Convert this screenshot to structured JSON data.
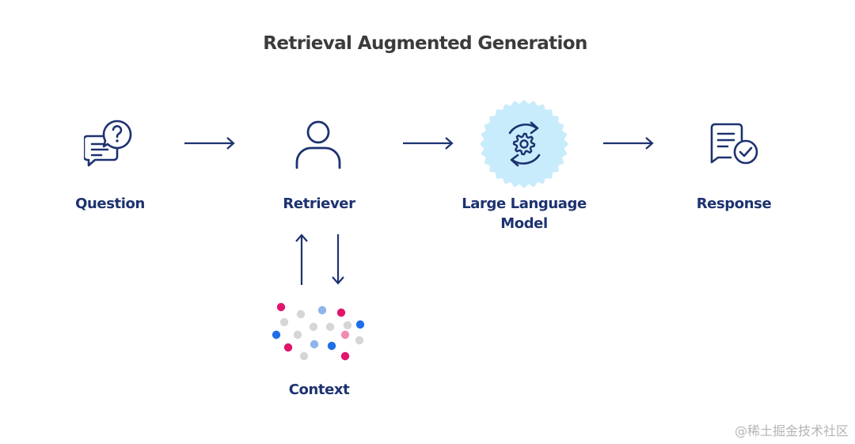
{
  "title": "Retrieval Augmented Generation",
  "nodes": {
    "question": {
      "label": "Question",
      "icon": "question-chat-icon"
    },
    "retriever": {
      "label": "Retriever",
      "icon": "person-icon"
    },
    "llm": {
      "label": "Large Language\nModel",
      "icon": "gear-sync-icon"
    },
    "response": {
      "label": "Response",
      "icon": "document-check-icon"
    },
    "context": {
      "label": "Context",
      "icon": "scattered-dots-icon"
    }
  },
  "colors": {
    "navy": "#1d3270",
    "title": "#3b3b3b",
    "llm_badge": "#c8ecfb",
    "dot_pink": "#e0156b",
    "dot_light_pink": "#f28bb4",
    "dot_blue": "#1f6ee8",
    "dot_light_blue": "#8fb4ee",
    "dot_gray": "#d6d6d6"
  },
  "watermark": "@稀土掘金技术社区"
}
